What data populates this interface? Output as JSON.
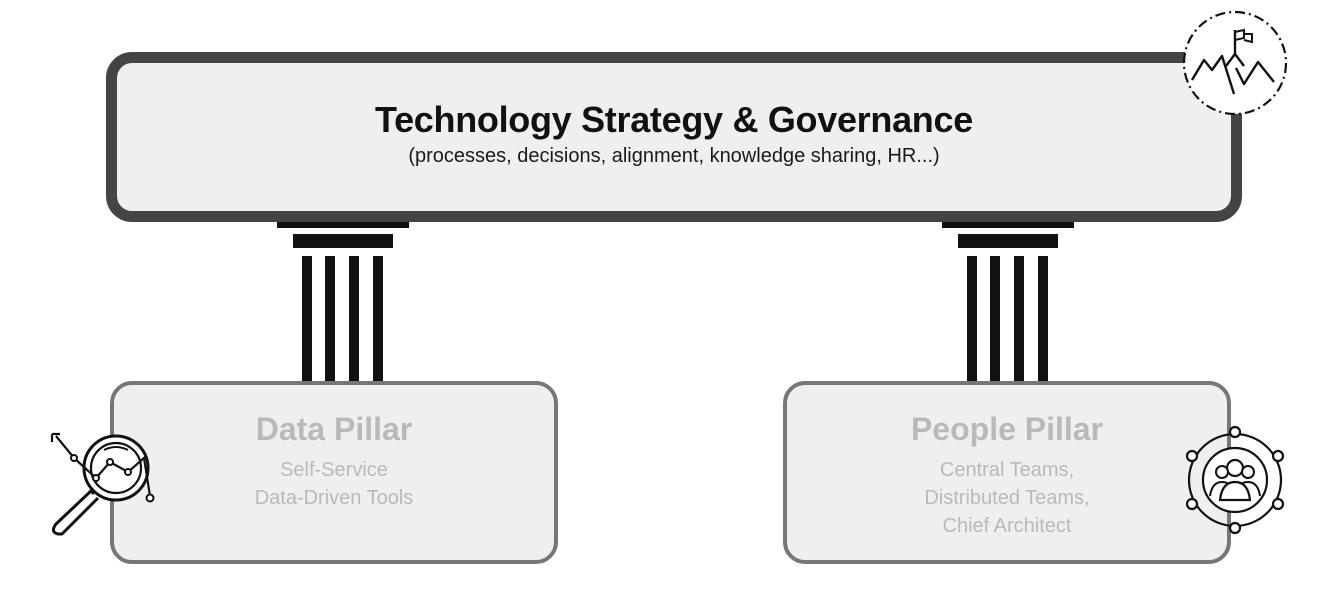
{
  "governance": {
    "title": "Technology Strategy & Governance",
    "subtitle": "(processes, decisions, alignment, knowledge sharing, HR...)",
    "icon": "mountain-flag-icon"
  },
  "pillars": [
    {
      "title": "Data Pillar",
      "lines": [
        "Self-Service",
        "Data-Driven Tools"
      ],
      "icon": "magnifier-chart-icon"
    },
    {
      "title": "People Pillar",
      "lines": [
        "Central Teams,",
        "Distributed Teams,",
        "Chief Architect"
      ],
      "icon": "team-network-icon"
    }
  ],
  "colors": {
    "frame": "#444444",
    "box_fill": "#efefef",
    "pillar_border": "#777777",
    "muted_text": "#b9b9b9",
    "column": "#111111"
  }
}
